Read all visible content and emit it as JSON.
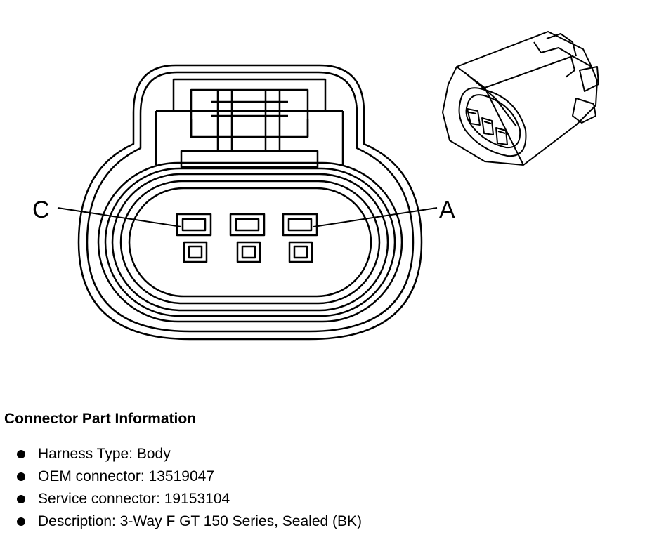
{
  "diagram": {
    "pin_labels": {
      "left": "C",
      "right": "A"
    }
  },
  "info": {
    "title": "Connector Part Information",
    "items": [
      "Harness Type: Body",
      "OEM connector: 13519047",
      "Service connector: 19153104",
      "Description: 3-Way F GT 150 Series, Sealed (BK)"
    ]
  }
}
